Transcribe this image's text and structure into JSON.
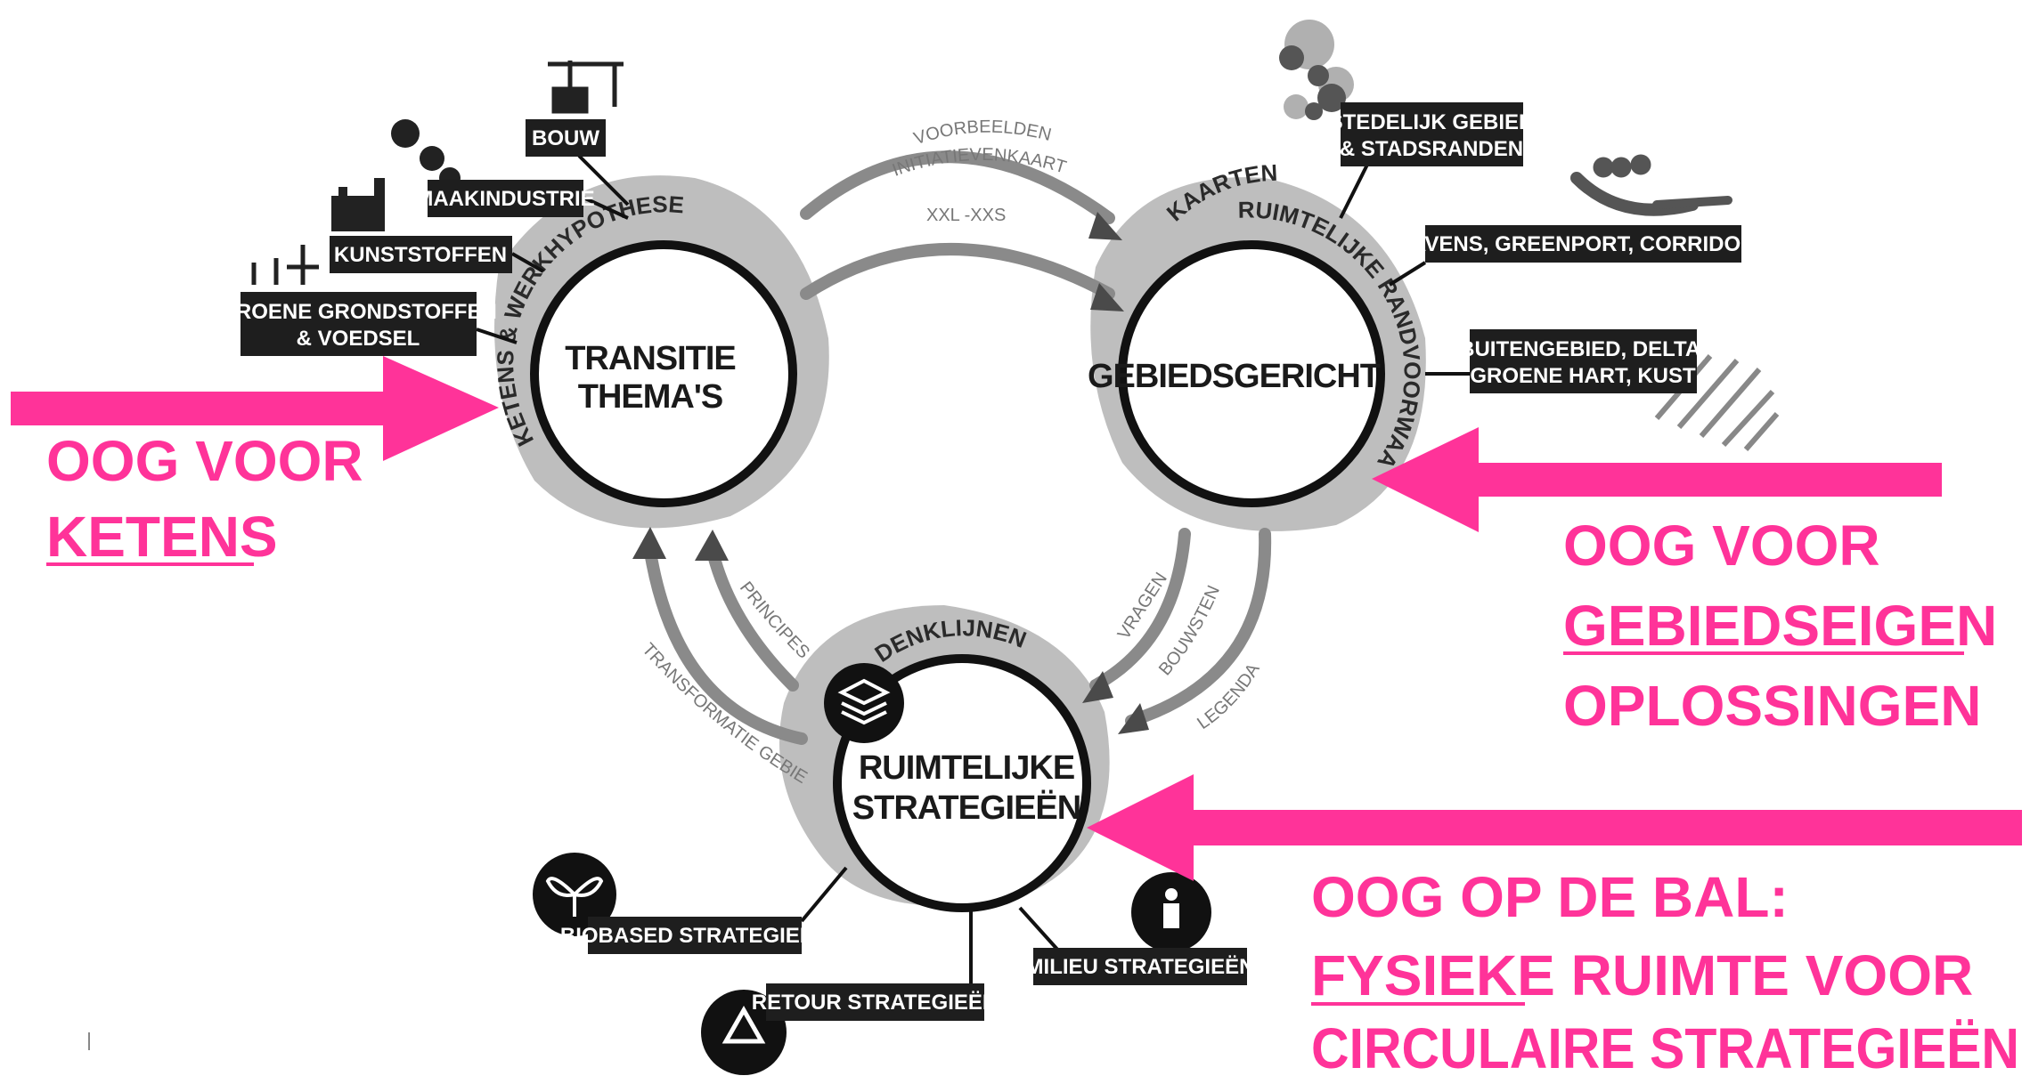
{
  "colors": {
    "accent": "#ff3399",
    "ink": "#1a1a1a",
    "wash": "#9a9a9a"
  },
  "circles": {
    "transitie": {
      "line1": "TRANSITIE",
      "line2": "THEMA'S"
    },
    "gebied": {
      "label": "GEBIEDSGERICHT"
    },
    "ruimtelijk": {
      "line1": "RUIMTELIJKE",
      "line2": "STRATEGIEËN"
    }
  },
  "arc_labels": {
    "ketens": "KETENS & WERKHYPOTHESES",
    "kaarten": "KAARTEN",
    "randvoorwaarden": "RUIMTELIJKE RANDVOORWAARDEN",
    "denklijnen": "DENKLIJNEN"
  },
  "flow_labels": {
    "voorbeelden": "VOORBEELDEN",
    "initiatievenkaart": "INITIATIEVENKAART",
    "xxl": "XXL -XXS",
    "vragen": "VRAGEN",
    "bouwstenen": "BOUWSTENEN",
    "legenda": "LEGENDA",
    "principes": "PRINCIPES",
    "transformatie": "TRANSFORMATIE GEBIEDEN"
  },
  "tags": {
    "bouw": "BOUW",
    "maakindustrie": "MAAKINDUSTRIE",
    "kunststoffen": "KUNSTSTOFFEN",
    "groene_line1": "GROENE GRONDSTOFFEN",
    "groene_line2": "& VOEDSEL",
    "stedelijk_line1": "STEDELIJK GEBIED",
    "stedelijk_line2": "& STADSRANDEN",
    "havens": "HAVENS, GREENPORT, CORRIDORS",
    "buiten_line1": "BUITENGEBIED, DELTA,",
    "buiten_line2": "GROENE HART, KUST",
    "biobased": "BIOBASED STRATEGIEËN",
    "retour": "RETOUR STRATEGIEËN",
    "milieu": "MILIEU STRATEGIEËN"
  },
  "callouts": {
    "ketens": {
      "line1": "OOG VOOR",
      "line2": "KETENS"
    },
    "gebieds": {
      "line1": "OOG VOOR",
      "line2": "GEBIEDSEIGEN",
      "line3": "OPLOSSINGEN"
    },
    "bal": {
      "line1": "OOG OP DE BAL:",
      "line2a": "FYSIEKE",
      "line2b": " RUIMTE VOOR",
      "line3": "CIRCULAIRE STRATEGIEËN"
    }
  }
}
